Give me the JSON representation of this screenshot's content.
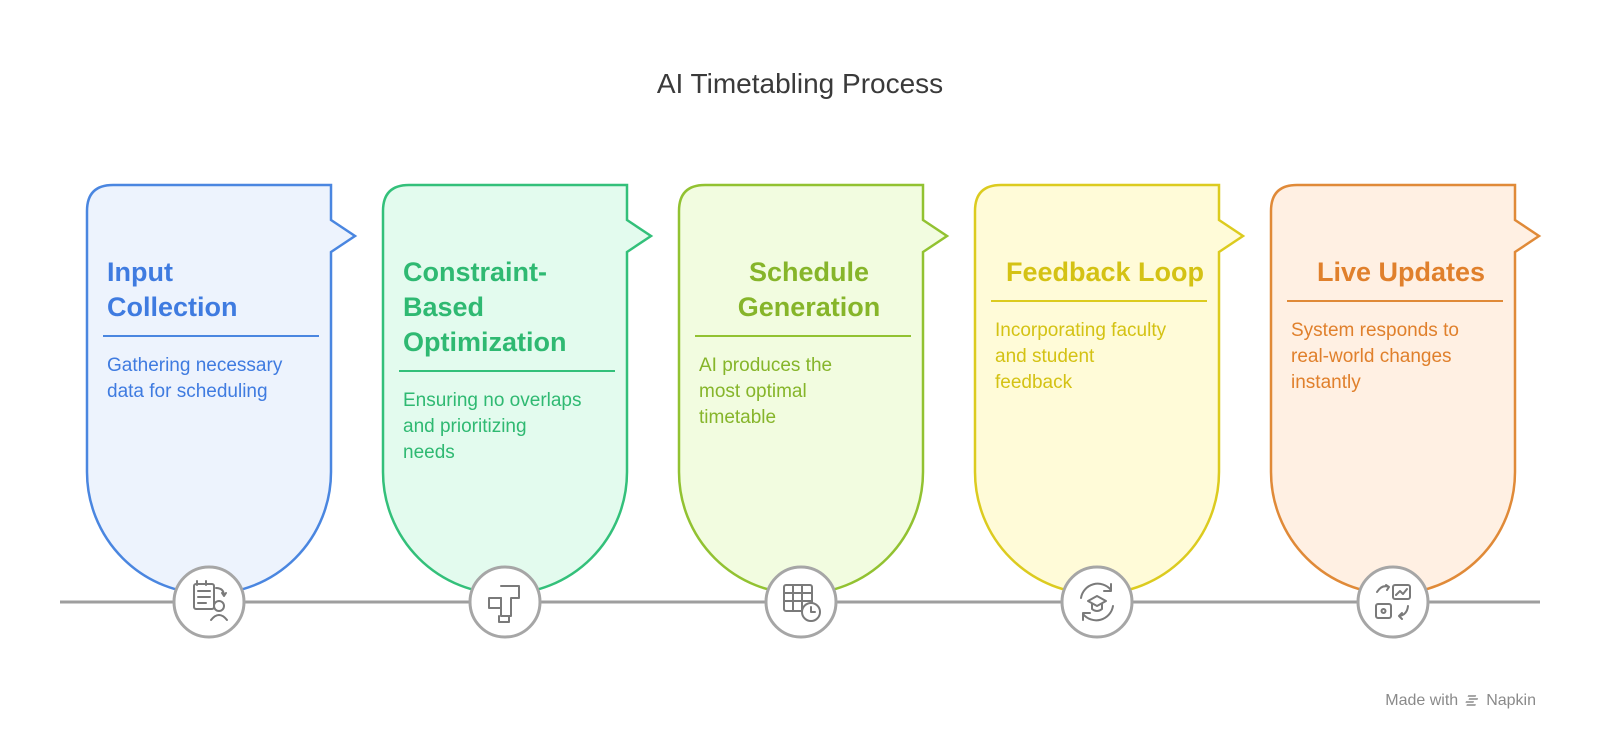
{
  "title": "AI Timetabling Process",
  "steps": [
    {
      "heading": "Input\nCollection",
      "description": "Gathering necessary\ndata for scheduling",
      "icon": "clipboard-person-icon",
      "stroke": "#4a86e0",
      "fill": "#edf3fd",
      "text": "#3f7be0",
      "align": "left"
    },
    {
      "heading": "Constraint-\nBased\nOptimization",
      "description": "Ensuring no overlaps\nand prioritizing\nneeds",
      "icon": "pipe-fitting-icon",
      "stroke": "#33c07a",
      "fill": "#e3fbee",
      "text": "#2fb972",
      "align": "left"
    },
    {
      "heading": "Schedule\nGeneration",
      "description": "AI produces the\nmost optimal\ntimetable",
      "icon": "table-clock-icon",
      "stroke": "#92c231",
      "fill": "#f2fce0",
      "text": "#86b52a",
      "align": "left"
    },
    {
      "heading": "Feedback Loop",
      "description": "Incorporating faculty\nand student\nfeedback",
      "icon": "refresh-graduation-icon",
      "stroke": "#dccb1f",
      "fill": "#fffbd8",
      "text": "#d4c214",
      "align": "left"
    },
    {
      "heading": "Live Updates",
      "description": "System responds to\nreal-world changes\ninstantly",
      "icon": "dashboard-sync-icon",
      "stroke": "#e08a38",
      "fill": "#fff0e3",
      "text": "#e0802c",
      "align": "left"
    }
  ],
  "watermark": {
    "prefix": "Made with",
    "brand": "Napkin",
    "icon": "napkin-logo-icon"
  }
}
